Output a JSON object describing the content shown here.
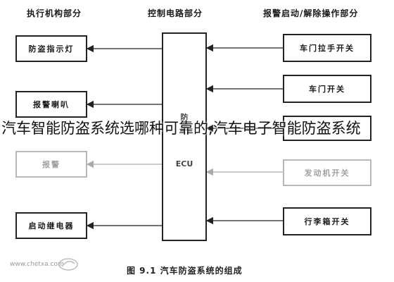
{
  "headers": {
    "left": "执行机构部分",
    "middle": "控制电路部分",
    "right": "报警启动/解除操作部分"
  },
  "left_boxes": [
    {
      "label": "防盗指示灯"
    },
    {
      "label": "报警喇叭"
    },
    {
      "label": "报警"
    },
    {
      "label": "启动继电器"
    }
  ],
  "ecu": {
    "vertical": "防\n盗",
    "label": "ECU"
  },
  "right_boxes": [
    {
      "label": "车门拉手开关"
    },
    {
      "label": "车门开关"
    },
    {
      "label": "发动机开关"
    },
    {
      "label": "行李箱开关"
    }
  ],
  "caption": "图 9.1 汽车防盗系统的组成",
  "overlay_text": "汽车智能防盗系统选哪种可靠的,汽车电子智能防盗系统",
  "watermark": "www.chetxa.com"
}
